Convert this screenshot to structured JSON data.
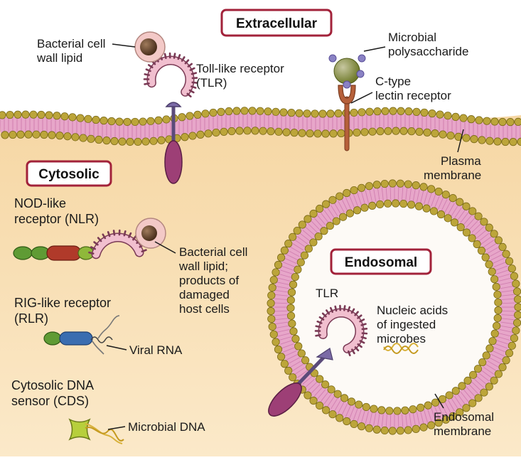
{
  "sections": {
    "extracellular": "Extracellular",
    "cytosolic": "Cytosolic",
    "endosomal": "Endosomal"
  },
  "labels": {
    "bacterial_lipid": [
      "Bacterial cell",
      "wall lipid"
    ],
    "tlr": [
      "Toll-like receptor",
      "(TLR)"
    ],
    "microbial_poly": [
      "Microbial",
      "polysaccharide"
    ],
    "ctype": [
      "C-type",
      "lectin receptor"
    ],
    "plasma": [
      "Plasma",
      "membrane"
    ],
    "nlr": [
      "NOD-like",
      "receptor (NLR)"
    ],
    "nlr_ligand": [
      "Bacterial cell",
      "wall lipid;",
      "products of",
      "damaged",
      "host cells"
    ],
    "rlr": [
      "RIG-like receptor",
      "(RLR)"
    ],
    "viral_rna": "Viral RNA",
    "cds": [
      "Cytosolic DNA",
      "sensor (CDS)"
    ],
    "microbial_dna": "Microbial DNA",
    "endo_tlr": "TLR",
    "nucleic": [
      "Nucleic acids",
      "of ingested",
      "microbes"
    ],
    "endo_membrane": [
      "Endosomal",
      "membrane"
    ]
  },
  "colors": {
    "cytosol": "#f6dcb0",
    "bead": "#bca53a",
    "bilayer": "#e7a6c9",
    "receptor": "#9d3f76",
    "lectin": "#b6603a",
    "nlr_green": "#5f9b34",
    "nlr_red": "#b03a2a",
    "rlr_blue": "#3a6db0",
    "cds_green": "#b7cf3c"
  }
}
